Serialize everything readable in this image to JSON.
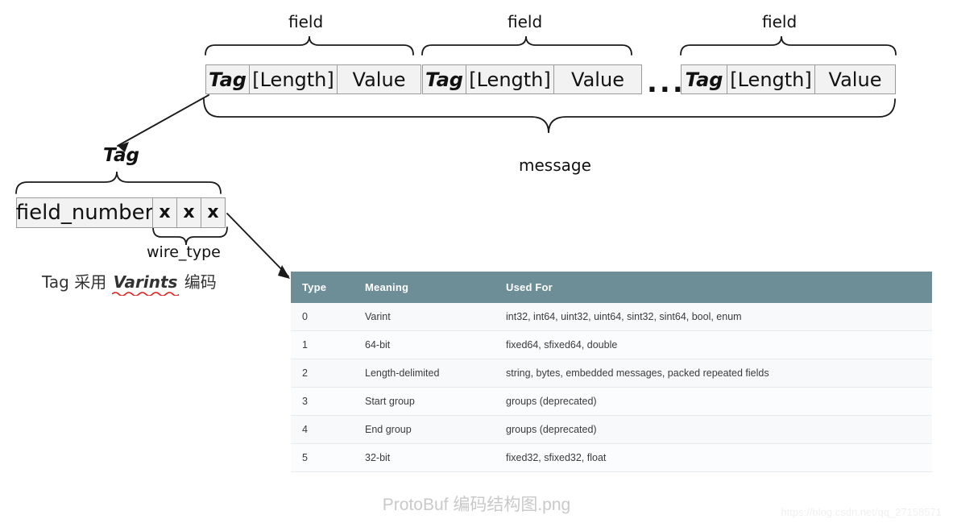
{
  "diagram": {
    "title_caption": "ProtoBuf 编码结构图.png",
    "watermark": "https://blog.csdn.net/qq_27158571",
    "message_label": "message",
    "ellipsis": "...",
    "field_labels": [
      "field",
      "field",
      "field"
    ],
    "field_groups": [
      {
        "tag": "Tag",
        "length": "[Length]",
        "value": "Value"
      },
      {
        "tag": "Tag",
        "length": "[Length]",
        "value": "Value"
      },
      {
        "tag": "Tag",
        "length": "[Length]",
        "value": "Value"
      }
    ],
    "tag_callout": "Tag",
    "tag_detail": {
      "field_number": "field_number",
      "bits": [
        "x",
        "x",
        "x"
      ],
      "wire_type_label": "wire_type"
    },
    "note": {
      "prefix": "Tag  采用  ",
      "emphasis": "Varints",
      "suffix": "  编码"
    }
  },
  "colors": {
    "table_header_bg": "#6e8e97",
    "table_header_text": "#ffffff",
    "row_bg": "#f7f9fa",
    "cell_fill": "#f2f2f2",
    "cell_border": "#9a9a9a",
    "squiggle": "#e02020",
    "caption_text": "#c9c9c9"
  },
  "table": {
    "name": "wire-type-table",
    "columns": [
      "Type",
      "Meaning",
      "Used For"
    ],
    "rows": [
      [
        "0",
        "Varint",
        "int32, int64, uint32, uint64, sint32, sint64, bool, enum"
      ],
      [
        "1",
        "64-bit",
        "fixed64, sfixed64, double"
      ],
      [
        "2",
        "Length-delimited",
        "string, bytes, embedded messages, packed repeated fields"
      ],
      [
        "3",
        "Start group",
        "groups (deprecated)"
      ],
      [
        "4",
        "End group",
        "groups (deprecated)"
      ],
      [
        "5",
        "32-bit",
        "fixed32, sfixed32, float"
      ]
    ]
  }
}
